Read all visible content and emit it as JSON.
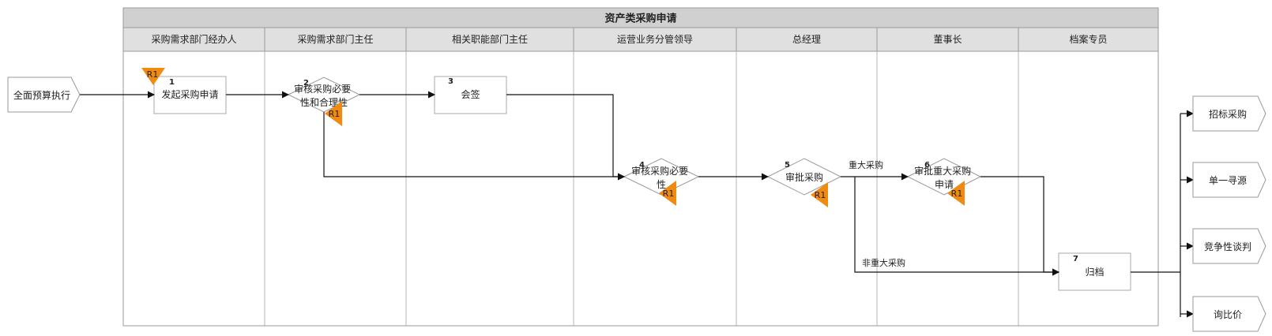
{
  "pool_title": "资产类采购申请",
  "lanes": [
    {
      "label": "采购需求部门经办人"
    },
    {
      "label": "采购需求部门主任"
    },
    {
      "label": "相关职能部门主任"
    },
    {
      "label": "运营业务分管领导"
    },
    {
      "label": "总经理"
    },
    {
      "label": "董事长"
    },
    {
      "label": "档案专员"
    }
  ],
  "start_event": "全面预算执行",
  "steps": [
    {
      "num": "1",
      "label": "发起采购申请",
      "shape": "task",
      "risk": "R1"
    },
    {
      "num": "2",
      "label": "审核采购必要性和合理性",
      "shape": "decision",
      "risk": "R1"
    },
    {
      "num": "3",
      "label": "会签",
      "shape": "task",
      "risk": ""
    },
    {
      "num": "4",
      "label": "审核采购必要性",
      "shape": "decision",
      "risk": "R1"
    },
    {
      "num": "5",
      "label": "审批采购",
      "shape": "decision",
      "risk": "R1"
    },
    {
      "num": "6",
      "label": "审批重大采购申请",
      "shape": "decision",
      "risk": "R1"
    },
    {
      "num": "7",
      "label": "归档",
      "shape": "task",
      "risk": ""
    }
  ],
  "branch_labels": {
    "major": "重大采购",
    "non_major": "非重大采购"
  },
  "end_events": [
    "招标采购",
    "单一寻源",
    "竞争性谈判",
    "询比价"
  ],
  "colors": {
    "risk_badge": "#f08a10",
    "header_title": "#d0d0d0",
    "header_lane": "#e0e0e0",
    "line": "#111111"
  }
}
